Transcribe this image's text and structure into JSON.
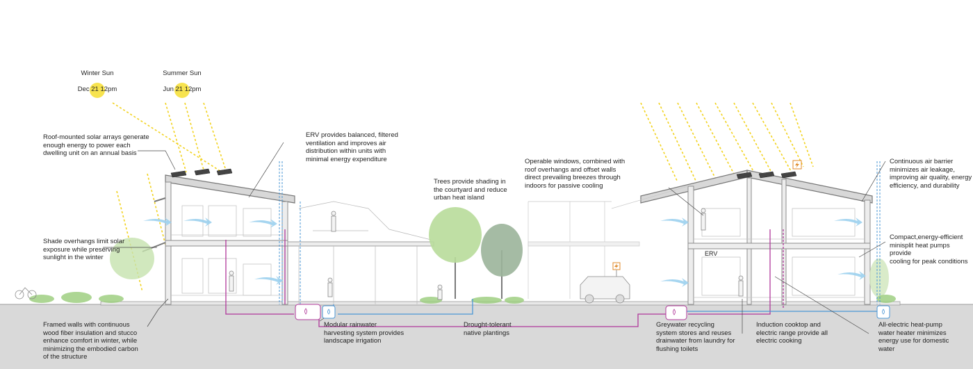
{
  "colors": {
    "sun": "#f7e34f",
    "sunray": "#f2d21c",
    "ground": "#d9d9d9",
    "wall": "#8c8c8c",
    "plumbing_purple": "#b0379a",
    "plumbing_blue": "#4b97d6",
    "airflow": "#9bd0ee",
    "tree_light": "#b8dc9a",
    "tree_dark": "#9bb49a",
    "text": "#222222"
  },
  "suns": {
    "winter": {
      "name": "Winter Sun",
      "date": "Dec 21 12pm"
    },
    "summer": {
      "name": "Summer Sun",
      "date": "Jun 21 12pm"
    }
  },
  "annotations": {
    "solar": "Roof-mounted solar arrays generate\nenough energy to power each\ndwelling unit on an annual basis",
    "erv": "ERV provides balanced, filtered\nventilation and improves air\ndistribution within units with\nminimal energy expenditure",
    "trees": "Trees provide shading in\nthe courtyard and reduce\nurban heat island",
    "windows": "Operable windows, combined with\nroof overhangs and offset walls\ndirect prevailing breezes through\nindoors for passive cooling",
    "air_barrier": "Continuous air barrier\nminimizes air leakage,\nimproving air quality, energy\nefficiency, and durability",
    "shade": "Shade overhangs limit solar\nexposure while preserving\nsunlight in the winter",
    "heat_pumps": "Compact,energy-efficient\nminisplit heat pumps provide\ncooling for peak conditions",
    "walls": "Framed walls with continuous\nwood fiber insulation and stucco\nenhance comfort in winter, while\nminimizing the embodied carbon\nof the structure",
    "rainwater": "Modular rainwater\nharvesting system provides\nlandscape irrigation",
    "plantings": "Drought-tolerant\nnative plantings",
    "greywater": "Greywater recycling\nsystem stores and reuses\ndrainwater from laundry for\nflushing toilets",
    "cooktop": "Induction cooktop and\nelectric range provide all\nelectric cooking",
    "water_heater": "All-electric heat-pump\nwater heater minimizes\nenergy use for domestic\nwater"
  },
  "room_label": "ERV",
  "icons": [
    "sun-icon",
    "charging-bolt-icon",
    "water-tank-icon",
    "airflow-arrow-icon"
  ]
}
